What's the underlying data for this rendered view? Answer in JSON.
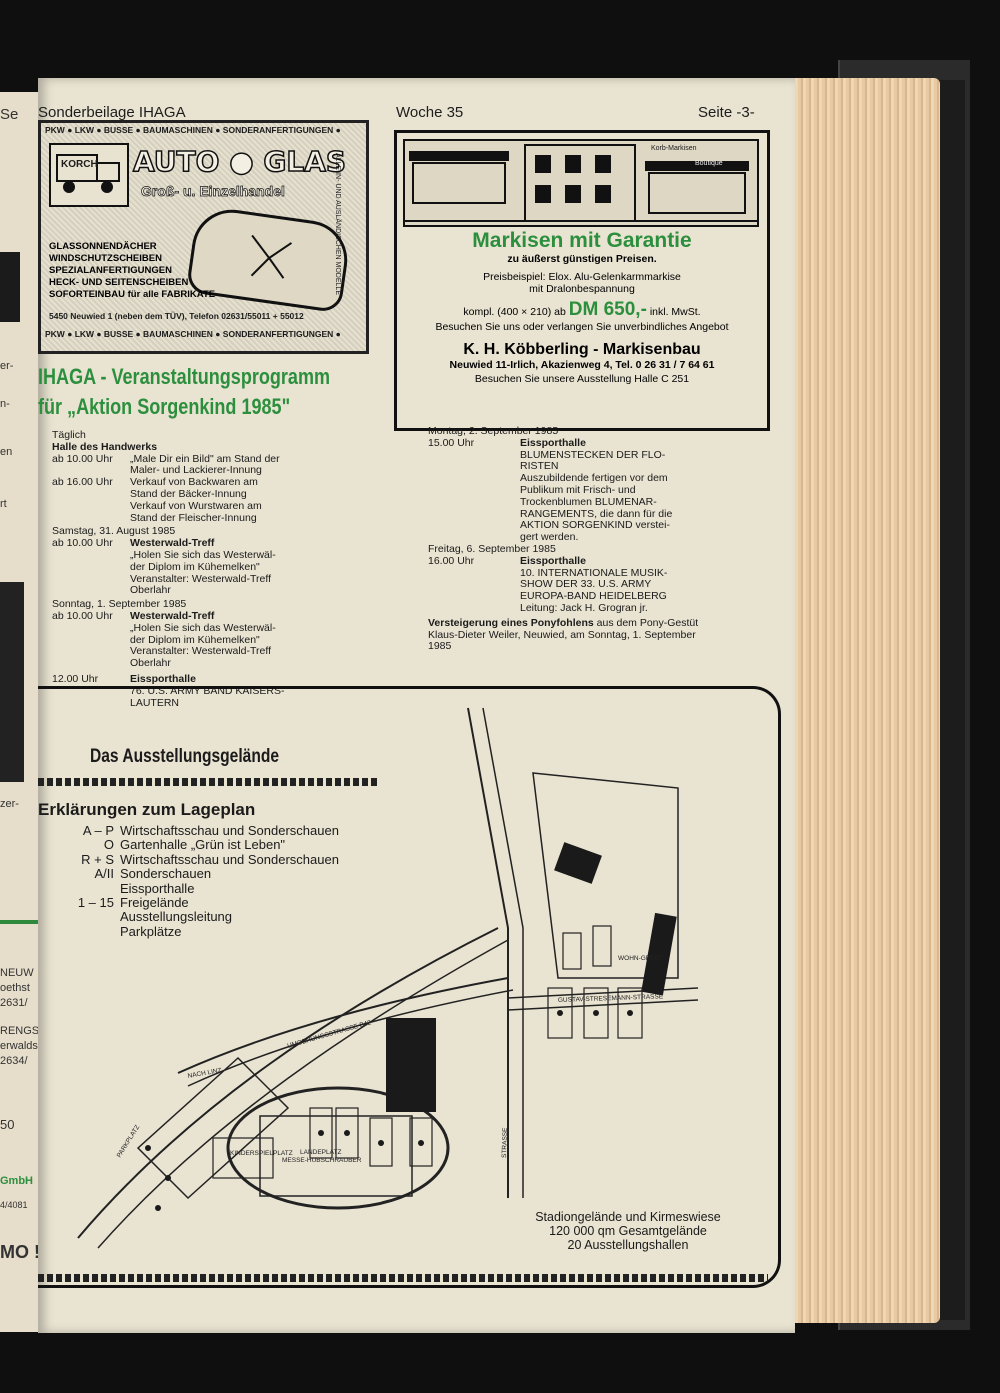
{
  "header": {
    "supplement": "Sonderbeilage IHAGA",
    "week": "Woche 35",
    "page": "Seite -3-"
  },
  "ad_autoglas": {
    "top_strip": "PKW ● LKW ● BUSSE ● BAUMASCHINEN ● SONDERANFERTIGUNGEN ●",
    "bottom_strip": "PKW ● LKW ● BUSSE ● BAUMASCHINEN ● SONDERANFERTIGUNGEN ●",
    "truck_label": "KORCH",
    "title": "AUTO ● GLAS",
    "subtitle": "Groß- u. Einzelhandel",
    "items": [
      "GLASSONNENDÄCHER",
      "WINDSCHUTZSCHEIBEN",
      "SPEZIALANFERTIGUNGEN",
      "HECK- UND SEITENSCHEIBEN",
      "SOFORTEINBAU für alle FABRIKATE"
    ],
    "address": "5450 Neuwied 1 (neben dem TÜV), Telefon 02631/55011 + 55012",
    "side_text": "ALLE IN- UND AUSLÄNDISCHEN MODELLE"
  },
  "ad_markisen": {
    "shop_sign_1": "Korb-Markisen",
    "shop_sign_2": "Boutique",
    "headline": "Markisen mit Garantie",
    "subline": "zu äußerst günstigen Preisen.",
    "example_line1": "Preisbeispiel: Elox. Alu-Gelenkarmmarkise",
    "example_line2": "mit Dralonbespannung",
    "price_prefix": "kompl. (400 × 210) ab",
    "price": "DM 650,-",
    "price_suffix": "inkl. MwSt.",
    "visit": "Besuchen Sie uns oder verlangen Sie unverbindliches Angebot",
    "company": "K. H. Köbberling - Markisenbau",
    "address": "Neuwied 11-Irlich, Akazienweg 4, Tel. 0 26 31 / 7 64 61",
    "hall": "Besuchen Sie unsere Ausstellung Halle C 251"
  },
  "program": {
    "title_line1": "IHAGA - Veranstaltungsprogramm",
    "title_line2": "für „Aktion Sorgenkind 1985\"",
    "daily": "Täglich",
    "daily_place": "Halle des Handwerks",
    "daily_events": [
      {
        "time": "ab 10.00 Uhr",
        "lines": [
          "„Male Dir ein Bild\" am Stand der",
          "Maler- und Lackierer-Innung"
        ]
      },
      {
        "time": "ab 16.00 Uhr",
        "lines": [
          "Verkauf von Backwaren am",
          "Stand der Bäcker-Innung",
          "Verkauf von Wurstwaren am",
          "Stand der Fleischer-Innung"
        ]
      }
    ],
    "sat_date": "Samstag, 31. August 1985",
    "sat_time": "ab 10.00 Uhr",
    "sat_place": "Westerwald-Treff",
    "sat_lines": [
      "„Holen Sie sich das Westerwäl-",
      "der Diplom im Kühemelken\"",
      "Veranstalter: Westerwald-Treff",
      "Oberlahr"
    ],
    "sun_date": "Sonntag, 1. September 1985",
    "sun_time": "ab 10.00 Uhr",
    "sun_place": "Westerwald-Treff",
    "sun_lines": [
      "„Holen Sie sich das Westerwäl-",
      "der Diplom im Kühemelken\"",
      "Veranstalter: Westerwald-Treff",
      "Oberlahr"
    ],
    "sun2_time": "12.00 Uhr",
    "sun2_place": "Eissporthalle",
    "sun2_lines": [
      "76. U.S. ARMY BAND KAISERS-",
      "LAUTERN"
    ],
    "mon_date": "Montag, 2. September 1985",
    "mon_time": "15.00 Uhr",
    "mon_place": "Eissporthalle",
    "mon_lines": [
      "BLUMENSTECKEN DER FLO-",
      "RISTEN",
      "Auszubildende fertigen vor dem",
      "Publikum mit Frisch- und",
      "Trockenblumen BLUMENAR-",
      "RANGEMENTS, die dann für die",
      "AKTION SORGENKIND verstei-",
      "gert werden."
    ],
    "fri_date": "Freitag, 6. September 1985",
    "fri_time": "16.00 Uhr",
    "fri_place": "Eissporthalle",
    "fri_lines": [
      "10. INTERNATIONALE MUSIK-",
      "SHOW DER 33. U.S. ARMY",
      "EUROPA-BAND HEIDELBERG",
      "Leitung: Jack H. Grogran jr."
    ],
    "pony_bold": "Versteigerung eines Ponyfohlens",
    "pony_rest": " aus dem Pony-Gestüt",
    "pony_lines": [
      "Klaus-Dieter Weiler, Neuwied, am Sonntag, 1. September",
      "1985"
    ]
  },
  "grounds": {
    "title": "Das Ausstellungsgelände",
    "legend_title": "Erklärungen zum Lageplan",
    "legend": [
      {
        "key": "A – P",
        "text": "Wirtschaftsschau und Sonderschauen"
      },
      {
        "key": "O",
        "text": "Gartenhalle „Grün ist Leben\""
      },
      {
        "key": "R + S",
        "text": "Wirtschaftsschau und Sonderschauen"
      },
      {
        "key": "A/II",
        "text": "Sonderschauen"
      },
      {
        "key": "",
        "text": "Eissporthalle"
      },
      {
        "key": "1 – 15",
        "text": "Freigelände"
      },
      {
        "key": "",
        "text": "Ausstellungsleitung"
      },
      {
        "key": "",
        "text": "Parkplätze"
      }
    ],
    "map_labels": {
      "bypass": "UMGEHUNGSSTRASSE B42",
      "to_linz": "NACH LINZ",
      "stresemann": "GUSTAV-STRESEMANN-STRASSE",
      "landing": "LANDEPLATZ",
      "landing2": "MESSE-HUBSCHRAUBER",
      "kinderspiel": "KINDERSPIELPLATZ",
      "wohn": "WOHN-GEBIET",
      "parkplatz": "PARKPLATZ",
      "strasse": "STRASSE"
    },
    "caption": [
      "Stadiongelände und Kirmeswiese",
      "120 000 qm Gesamtgelände",
      "20 Ausstellungshallen"
    ]
  },
  "left_fragments": [
    "Se",
    "er-",
    "n-",
    "en",
    "rt",
    "zer-",
    "NEUW",
    "oethst",
    "2631/",
    "RENGS",
    "erwalds",
    "2634/",
    "50",
    "GmbH",
    "4/4081",
    "MO !"
  ]
}
